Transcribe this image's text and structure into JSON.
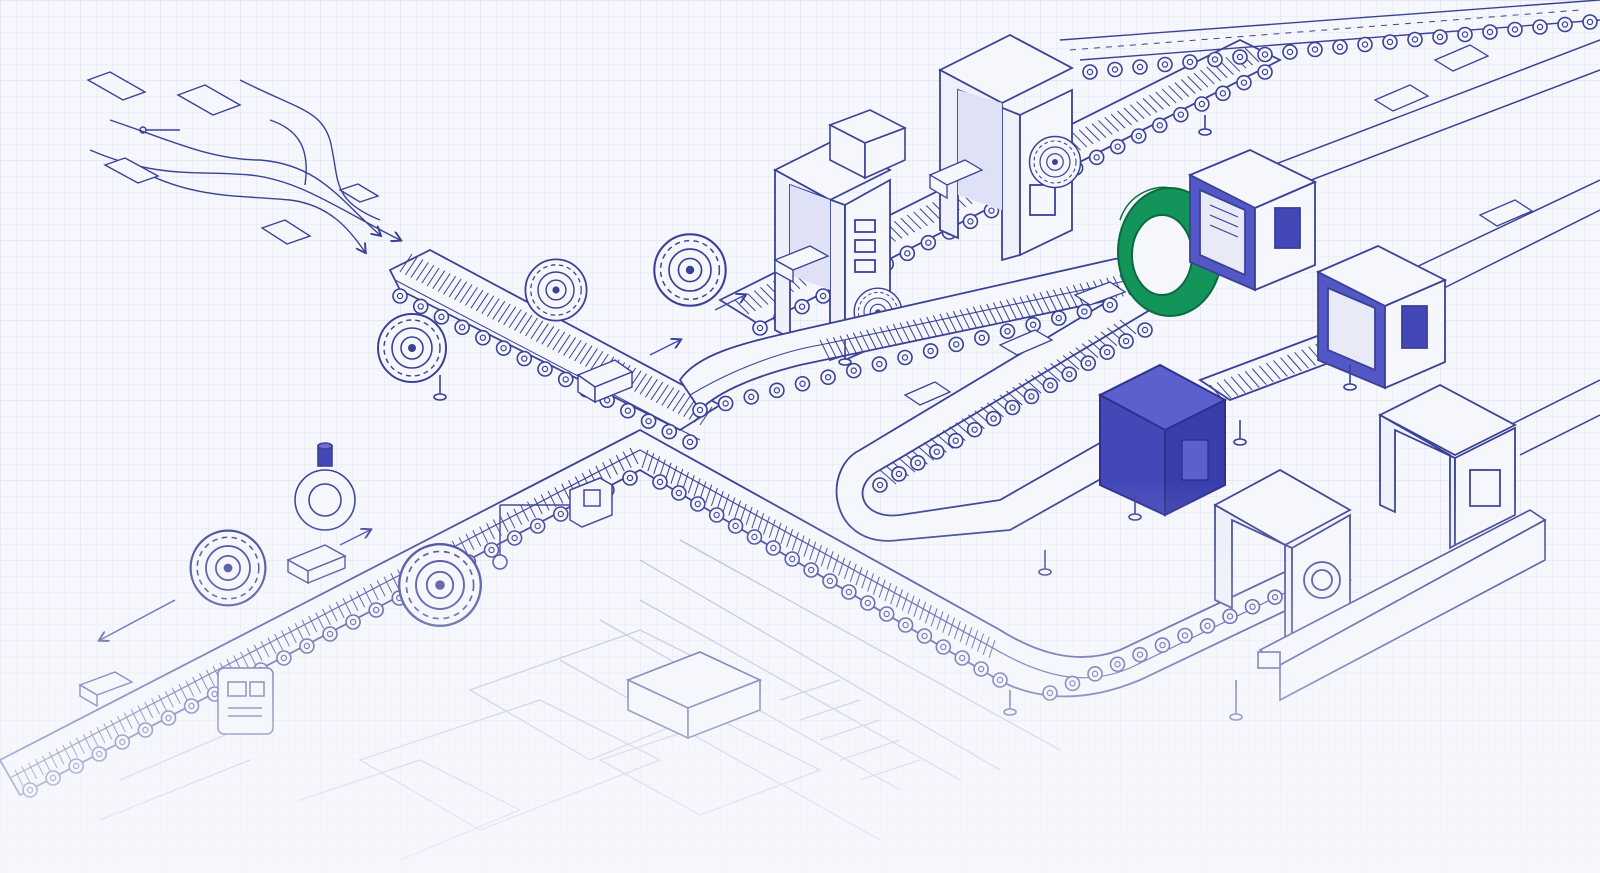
{
  "scene": {
    "kind": "isometric conveyor network line-art",
    "colors": {
      "paper": "#f6f7fc",
      "grid": "#dde1f3",
      "line": "#3a4296",
      "line_light": "#8d93c8",
      "accent_blue": "#4447b8",
      "accent_green": "#12945a"
    },
    "highlighted_parts": {
      "ring": "green",
      "cube": "blue"
    }
  }
}
